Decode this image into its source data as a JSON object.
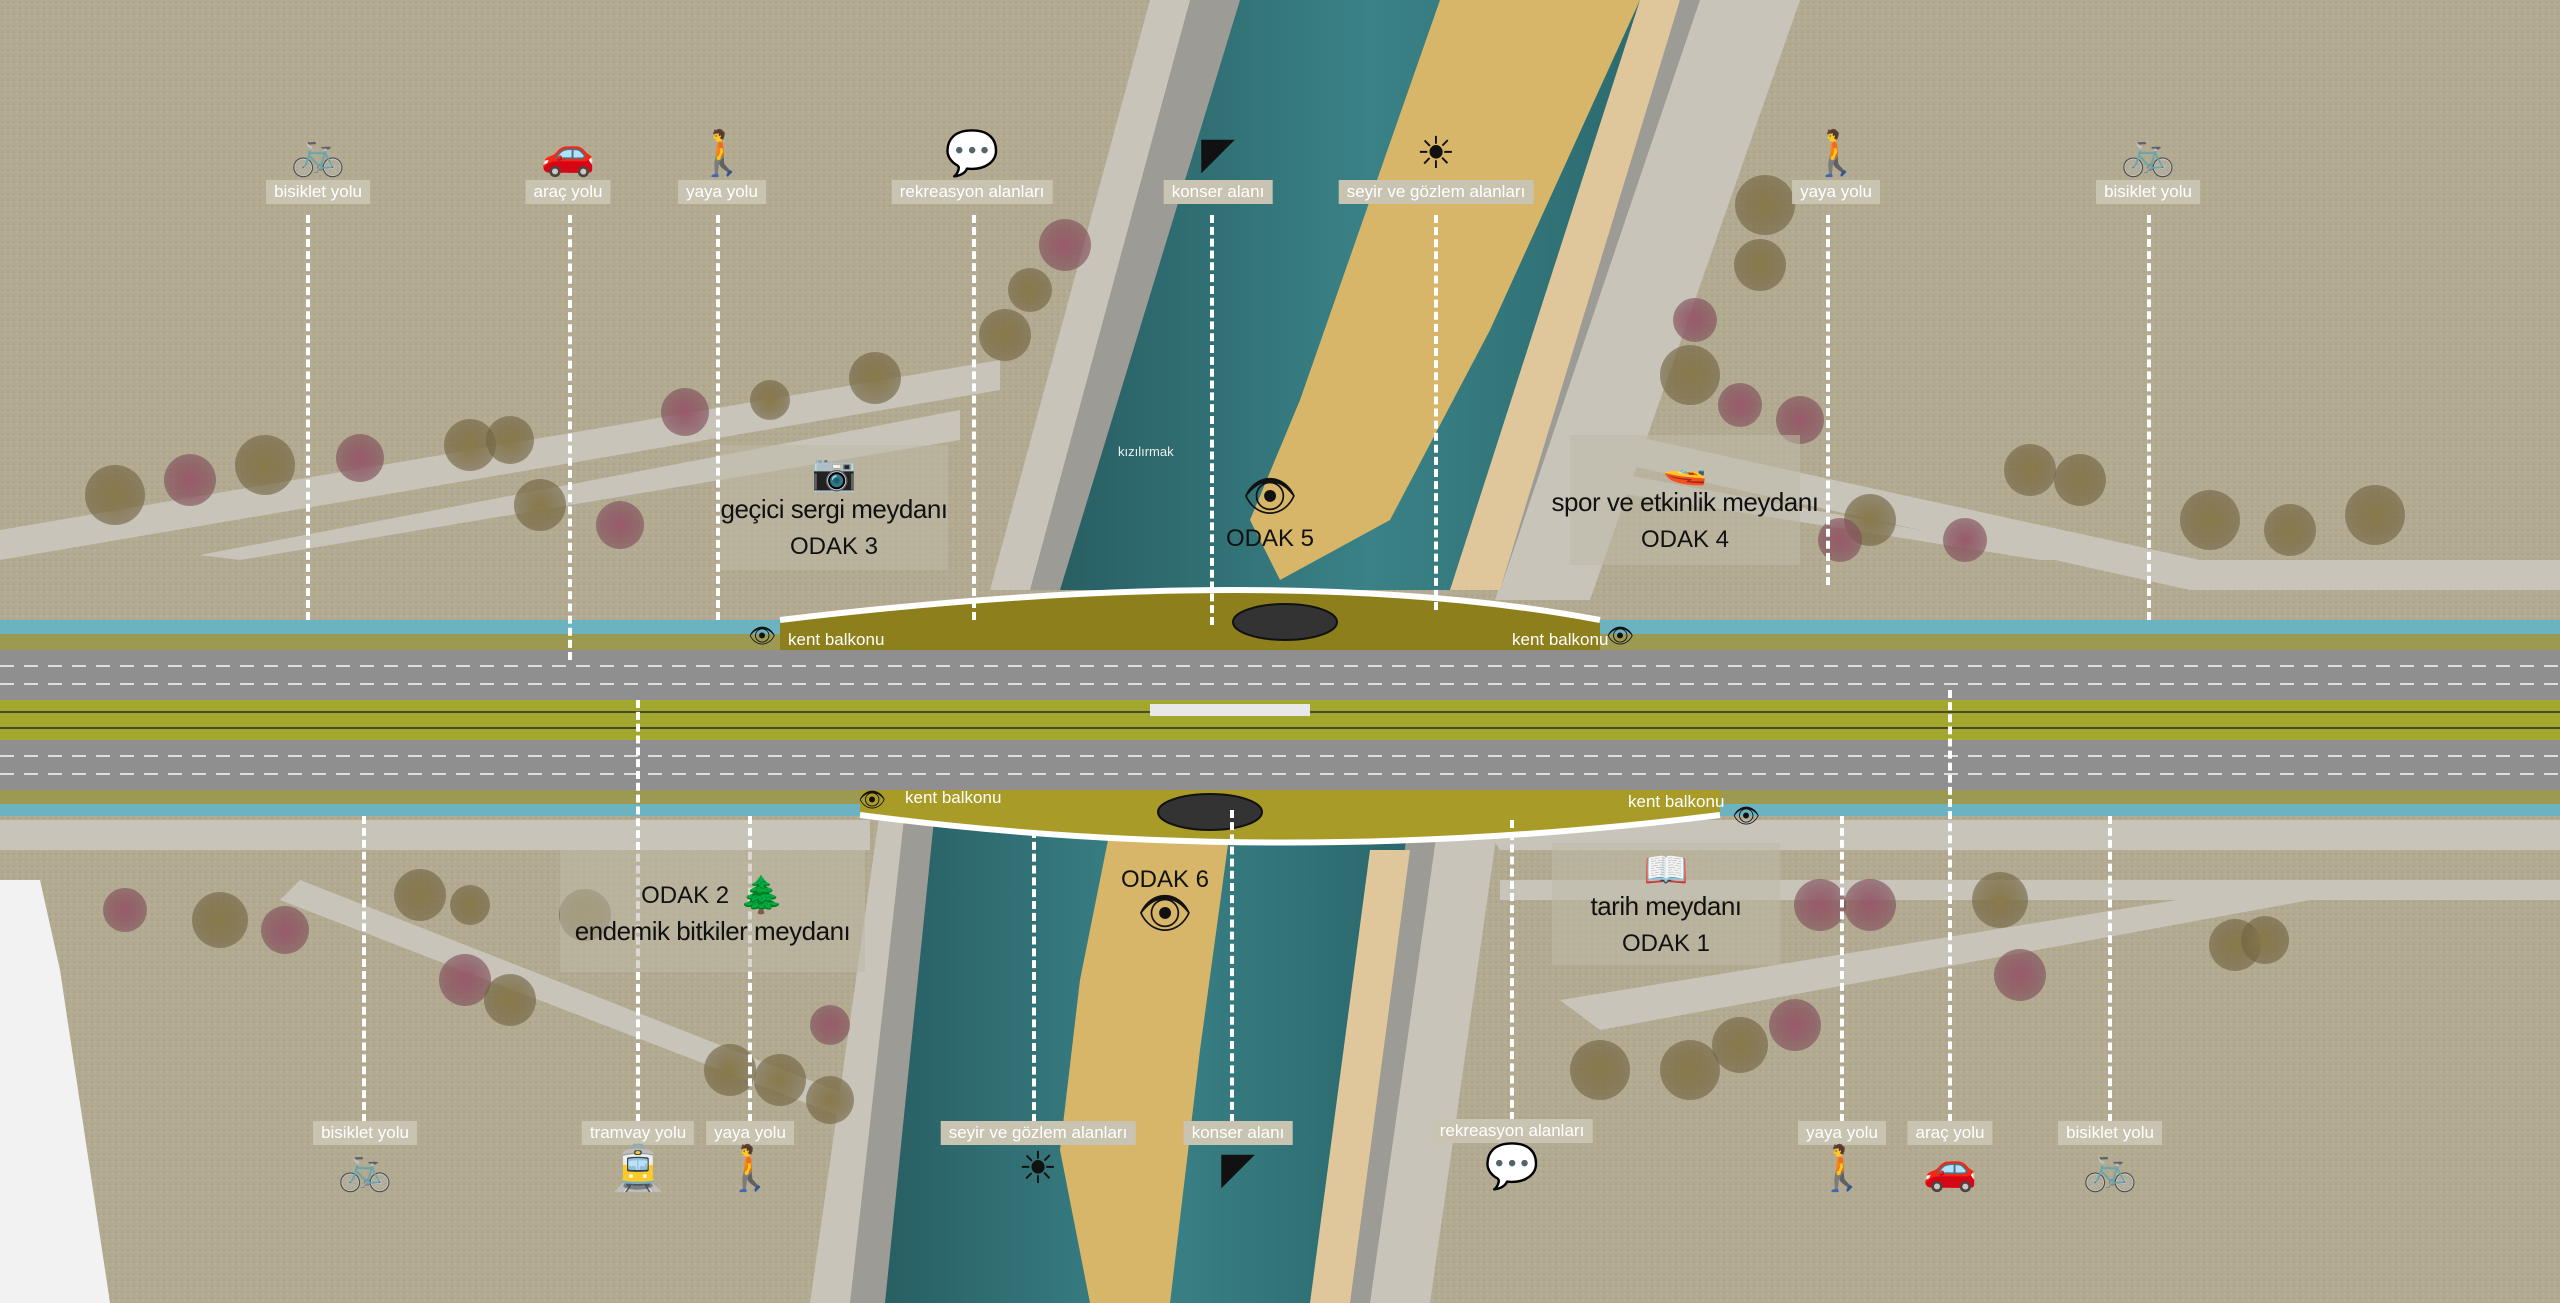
{
  "colors": {
    "ground": "#b3aa92",
    "walk": "#c9c6bd",
    "water": "#2f7478",
    "sand": "#d7b66a",
    "olive": "#8c7f1c",
    "road": "#8f8f8f",
    "green_strip": "#a2a730",
    "canal": "#6bb3c0"
  },
  "annotations_top": [
    {
      "label": "bisiklet yolu",
      "icon": "bicycle-icon",
      "glyph": "🚲"
    },
    {
      "label": "araç yolu",
      "icon": "car-icon",
      "glyph": "🚗"
    },
    {
      "label": "yaya yolu",
      "icon": "pedestrian-icon",
      "glyph": "🚶"
    },
    {
      "label": "rekreasyon alanları",
      "icon": "speech-bubble-icon",
      "glyph": "💬"
    },
    {
      "label": "konser alanı",
      "icon": "concert-seats-icon",
      "glyph": "◤"
    },
    {
      "label": "seyir ve gözlem alanları",
      "icon": "sun-icon",
      "glyph": "☀"
    },
    {
      "label": "yaya yolu",
      "icon": "pedestrian-icon",
      "glyph": "🚶"
    },
    {
      "label": "bisiklet yolu",
      "icon": "bicycle-icon",
      "glyph": "🚲"
    }
  ],
  "annotations_bottom": [
    {
      "label": "bisiklet yolu",
      "icon": "bicycle-icon",
      "glyph": "🚲"
    },
    {
      "label": "tramvay yolu",
      "icon": "tram-icon",
      "glyph": "🚊"
    },
    {
      "label": "yaya yolu",
      "icon": "pedestrian-icon",
      "glyph": "🚶"
    },
    {
      "label": "seyir ve gözlem alanları",
      "icon": "sun-icon",
      "glyph": "☀"
    },
    {
      "label": "konser alanı",
      "icon": "concert-seats-icon",
      "glyph": "◤"
    },
    {
      "label": "rekreasyon alanları",
      "icon": "speech-bubble-icon",
      "glyph": "💬"
    },
    {
      "label": "yaya yolu",
      "icon": "pedestrian-icon",
      "glyph": "🚶"
    },
    {
      "label": "araç yolu",
      "icon": "car-icon",
      "glyph": "🚗"
    },
    {
      "label": "bisiklet yolu",
      "icon": "bicycle-icon",
      "glyph": "🚲"
    }
  ],
  "odak": [
    {
      "id": "odak3",
      "title": "geçici sergi meydanı",
      "name": "ODAK 3",
      "icon": "camera-icon",
      "glyph": "📷"
    },
    {
      "id": "odak5",
      "title": "",
      "name": "ODAK 5",
      "icon": "eye-icon",
      "glyph": "👁"
    },
    {
      "id": "odak4",
      "title": "spor ve etkinlik meydanı",
      "name": "ODAK 4",
      "icon": "jet-ski-icon",
      "glyph": "🚤"
    },
    {
      "id": "odak2",
      "title": "endemik bitkiler meydanı",
      "name": "ODAK 2",
      "icon": "tree-icon",
      "glyph": "🌲"
    },
    {
      "id": "odak6",
      "title": "",
      "name": "ODAK 6",
      "icon": "eye-icon",
      "glyph": "👁"
    },
    {
      "id": "odak1",
      "title": "tarih meydanı",
      "name": "ODAK 1",
      "icon": "book-icon",
      "glyph": "📖"
    }
  ],
  "balconies": [
    "kent balkonu",
    "kent balkonu",
    "kent balkonu",
    "kent balkonu"
  ],
  "river_label": "kızılırmak"
}
